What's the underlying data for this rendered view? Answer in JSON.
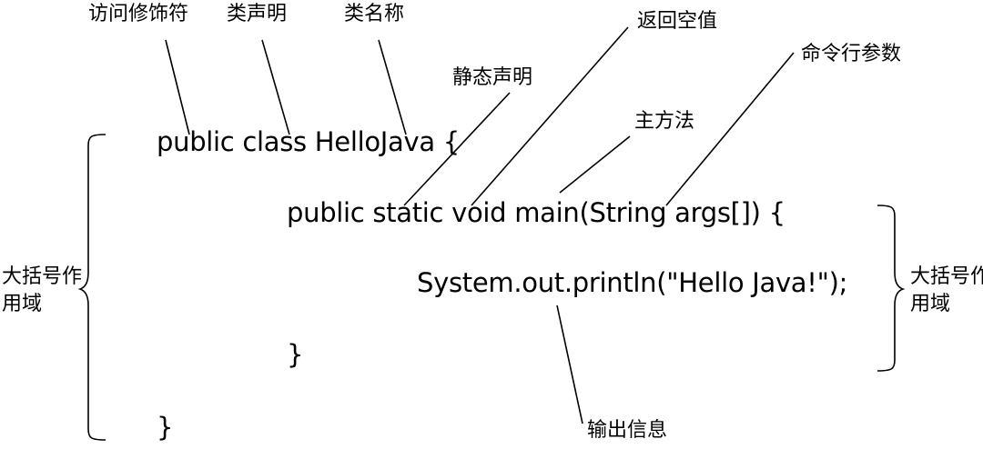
{
  "code": {
    "line1": "public class HelloJava {",
    "line2": "public static void main(String args[]) {",
    "line3": "System.out.println(\"Hello Java!\");",
    "line4": "}",
    "line5": "}"
  },
  "annotations": {
    "access_modifier": "访问修饰符",
    "class_declaration": "类声明",
    "class_name": "类名称",
    "return_void": "返回空值",
    "command_line_args": "命令行参数",
    "static_declaration": "静态声明",
    "main_method": "主方法",
    "output_info": "输出信息",
    "brace_scope_left": "大括号作用域",
    "brace_scope_right": "大括号作用域"
  }
}
